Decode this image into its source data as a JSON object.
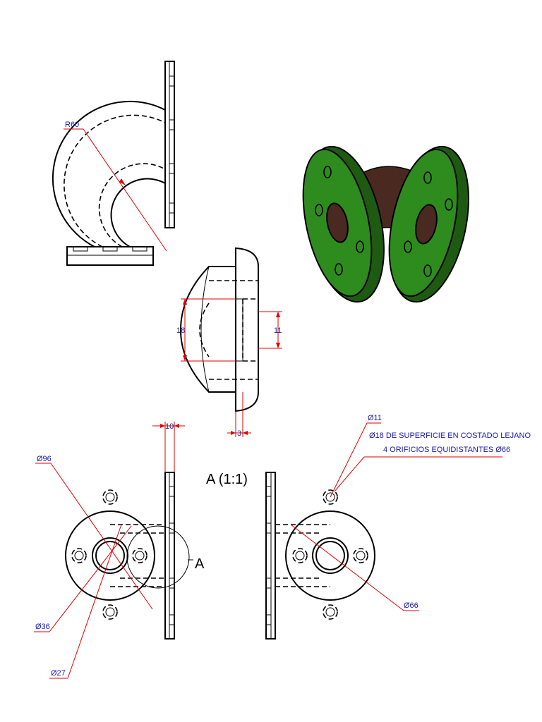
{
  "colors": {
    "dimension_line": "#e00000",
    "dimension_text": "#1a1aa8",
    "flange_green": "#2e8b1e",
    "pipe_brown": "#4a2a20"
  },
  "dimensions": {
    "radius": "R60",
    "height_18": "18",
    "bore_11": "11",
    "thickness_3": "3",
    "width_10": "10",
    "hole_11": "Ø11",
    "note_line1": "Ø18 DE SUPERFICIE EN COSTADO LEJANO",
    "note_line2": "4 ORIFICIOS EQUIDISTANTES Ø66",
    "outer_96": "Ø96",
    "pipe_36": "Ø36",
    "bore_27": "Ø27",
    "bolt_circle_66": "Ø66"
  },
  "labels": {
    "detail_title": "A (1:1)",
    "detail_callout": "A"
  }
}
